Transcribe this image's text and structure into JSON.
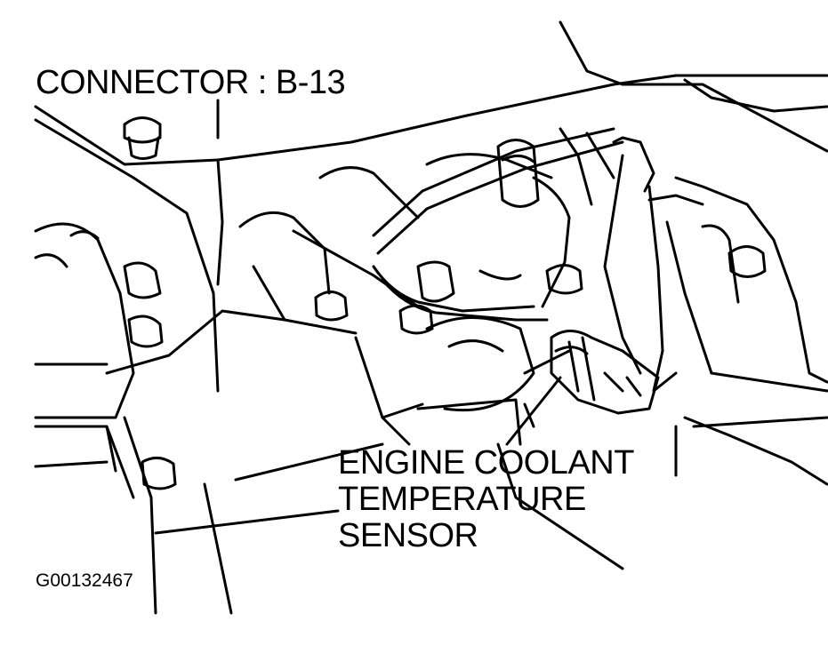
{
  "labels": {
    "connector": "CONNECTOR : B-13",
    "sensor_line1": "ENGINE COOLANT",
    "sensor_line2": "TEMPERATURE",
    "sensor_line3": "SENSOR"
  },
  "figure_id": "G00132467",
  "colors": {
    "ink": "#000000",
    "paper": "#ffffff"
  }
}
